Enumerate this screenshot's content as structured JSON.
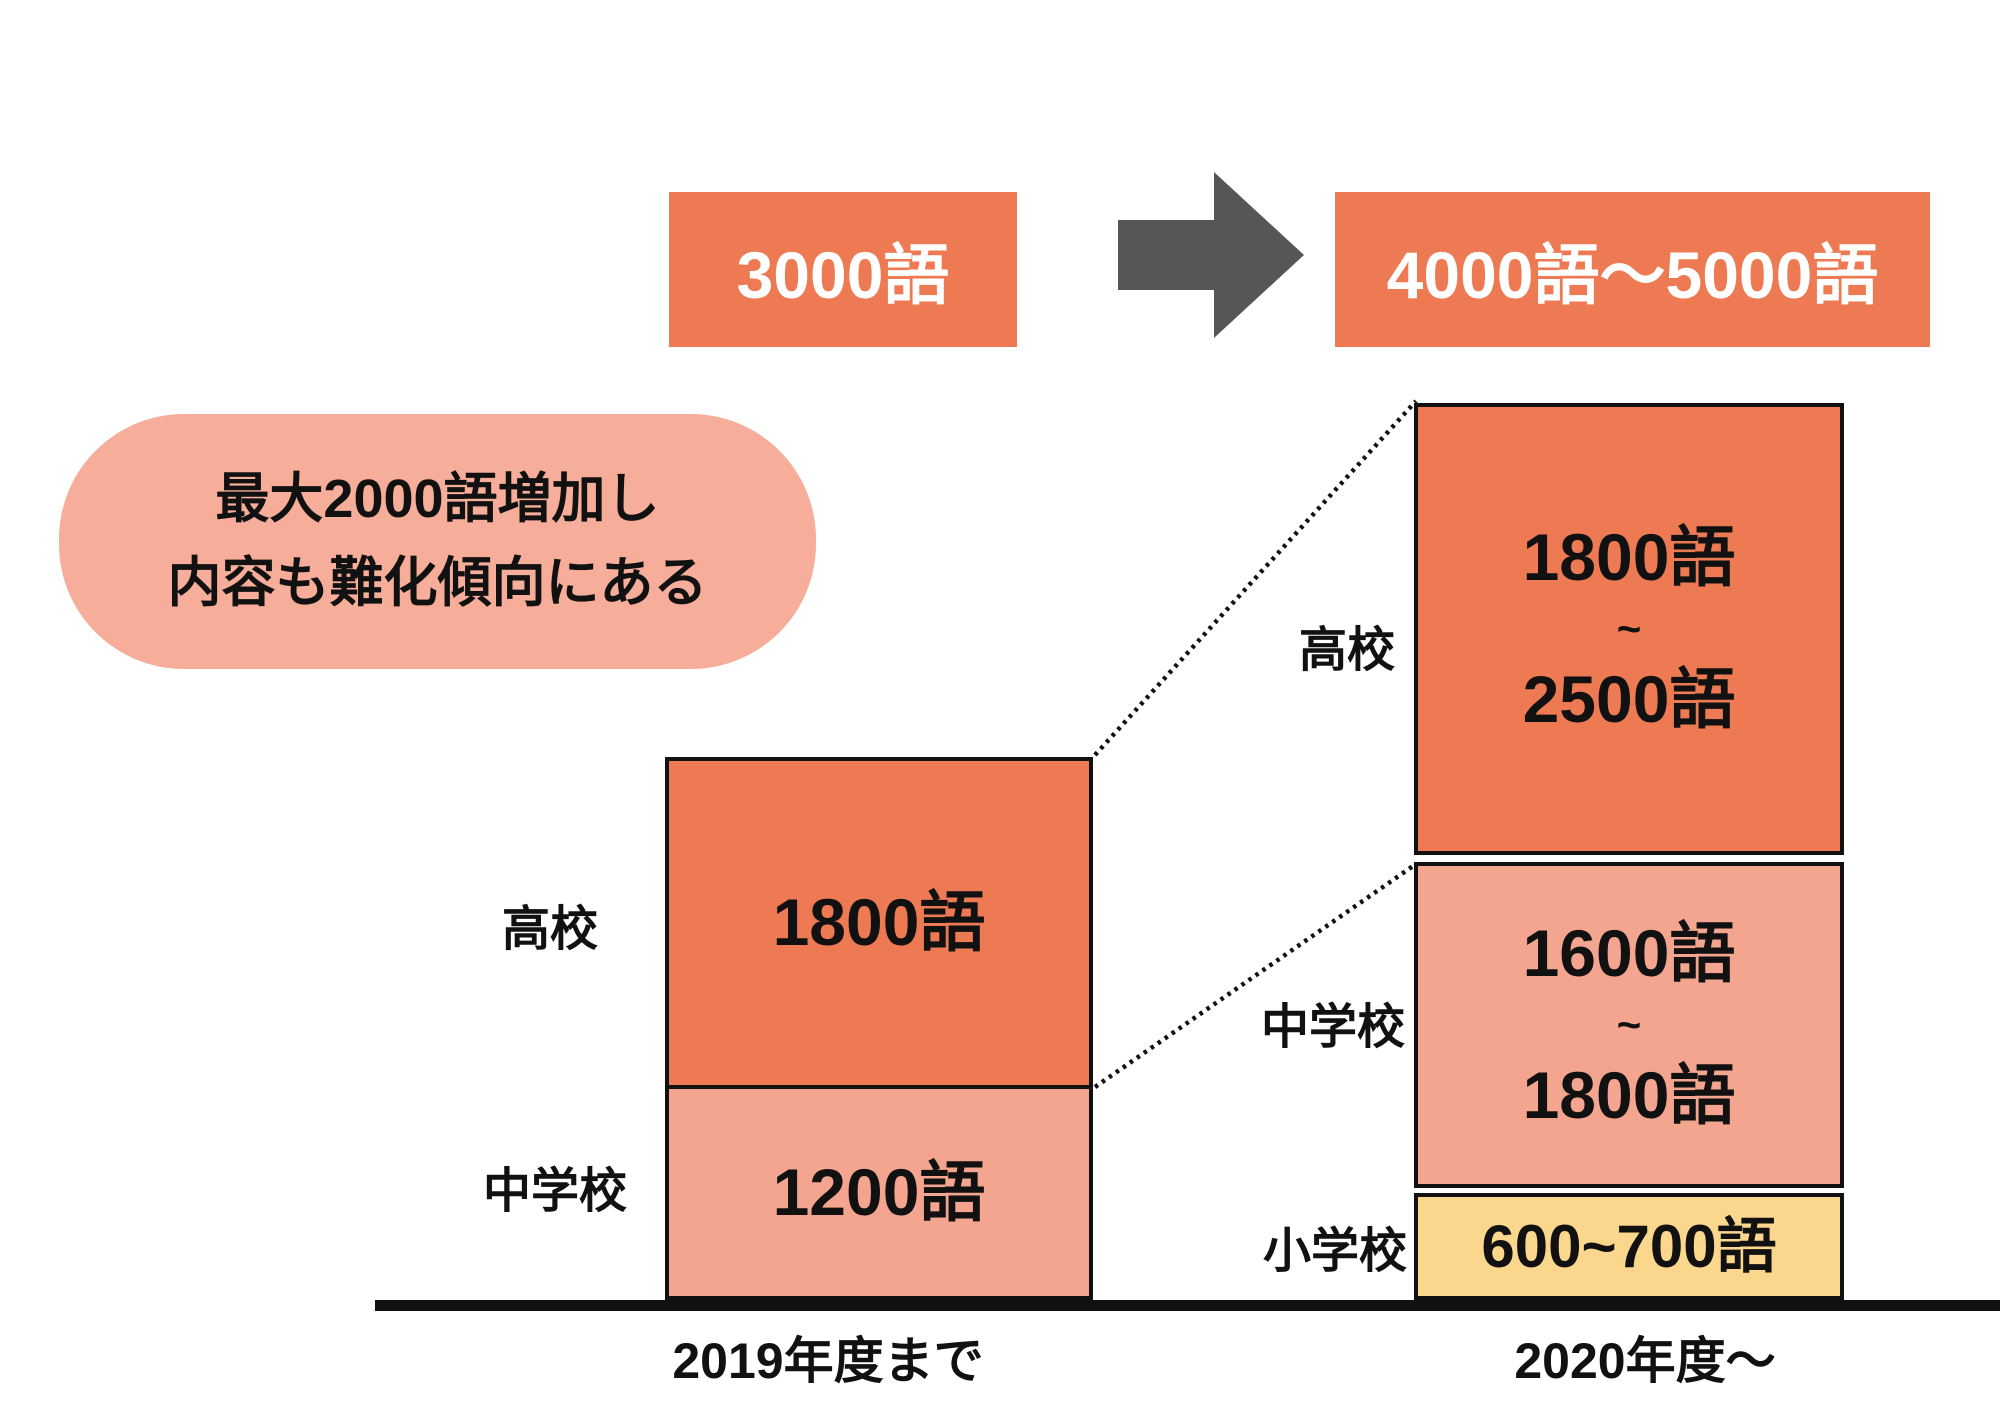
{
  "colors": {
    "orange": "#ED7A52",
    "salmon": "#F4A58F",
    "callout_salmon": "#F6AD99",
    "yellow": "#FBD78D",
    "arrow_gray": "#565656",
    "text_black": "#111111",
    "text_white": "#FFFFFF"
  },
  "header": {
    "before_label": "3000語",
    "after_label": "4000語〜5000語",
    "arrow_icon": "right-arrow"
  },
  "callout": {
    "line1": "最大2000語増加し",
    "line2": "内容も難化傾向にある"
  },
  "bars": {
    "before": {
      "axis_label": "2019年度まで",
      "segments": [
        {
          "label": "高校",
          "value": "1800語"
        },
        {
          "label": "中学校",
          "value": "1200語"
        }
      ]
    },
    "after": {
      "axis_label": "2020年度〜",
      "segments": [
        {
          "label": "高校",
          "value_top": "1800語",
          "value_tilde": "~",
          "value_bottom": "2500語"
        },
        {
          "label": "中学校",
          "value_top": "1600語",
          "value_tilde": "~",
          "value_bottom": "1800語"
        },
        {
          "label": "小学校",
          "value": "600~700語"
        }
      ]
    }
  },
  "chart_data": {
    "type": "bar",
    "subtype": "stacked",
    "categories": [
      "2019年度まで",
      "2020年度〜"
    ],
    "series": [
      {
        "name": "小学校",
        "values": [
          0,
          650
        ],
        "value_labels": [
          "",
          "600~700語"
        ],
        "color": "#FBD78D"
      },
      {
        "name": "中学校",
        "values": [
          1200,
          1700
        ],
        "value_labels": [
          "1200語",
          "1600語~1800語"
        ],
        "color": "#F4A58F"
      },
      {
        "name": "高校",
        "values": [
          1800,
          2150
        ],
        "value_labels": [
          "1800語",
          "1800語~2500語"
        ],
        "color": "#ED7A52"
      }
    ],
    "totals": {
      "before": "3000語",
      "after": "4000語〜5000語",
      "before_value": 3000,
      "after_value": [
        4000,
        5000
      ]
    },
    "annotation": "最大2000語増加し内容も難化傾向にある",
    "xlabel": "",
    "ylabel": "",
    "ylim": [
      0,
      5000
    ],
    "grid": false,
    "legend_position": "none",
    "connectors": "dotted lines link 2019 segment tops to 2020 segment tops"
  }
}
